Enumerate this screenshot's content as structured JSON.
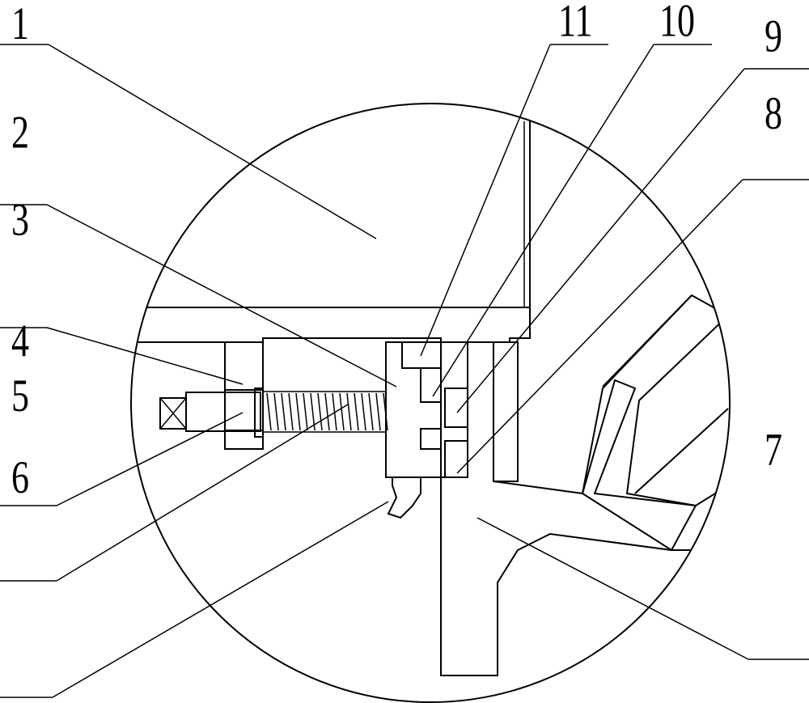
{
  "diagram": {
    "labels": [
      "1",
      "2",
      "3",
      "4",
      "5",
      "6",
      "7",
      "8",
      "9",
      "10",
      "11"
    ]
  },
  "colors": {
    "line": "#000000",
    "background": "#ffffff"
  }
}
